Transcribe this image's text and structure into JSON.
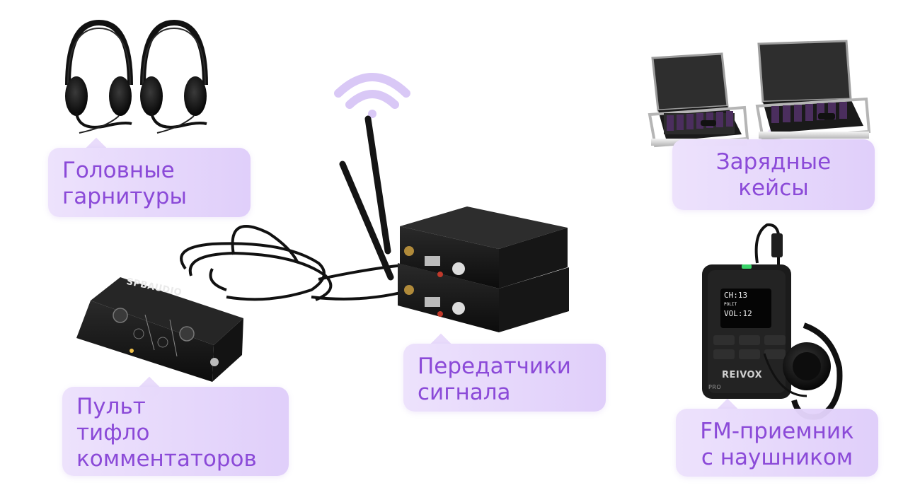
{
  "labels": {
    "headsets": [
      "Головные",
      "гарнитуры"
    ],
    "cases": [
      "Зарядные",
      "кейсы"
    ],
    "transmitters": [
      "Передатчики",
      "сигнала"
    ],
    "console": [
      "Пульт",
      "тифло",
      "комментаторов"
    ],
    "receiver": [
      "FM-приемник",
      "с наушником"
    ]
  },
  "devices": {
    "console_brand": "SPBAUDIO",
    "receiver_brand": "REIVOX",
    "receiver_model": "PRO",
    "receiver_display": {
      "channel": "CH:13",
      "volume": "VOL:12",
      "mode": "POLIT"
    }
  },
  "colors": {
    "accent_text": "#8b4ad8",
    "bubble_background": "#e6d8fb",
    "wifi_icon": "#d9c8f6"
  }
}
